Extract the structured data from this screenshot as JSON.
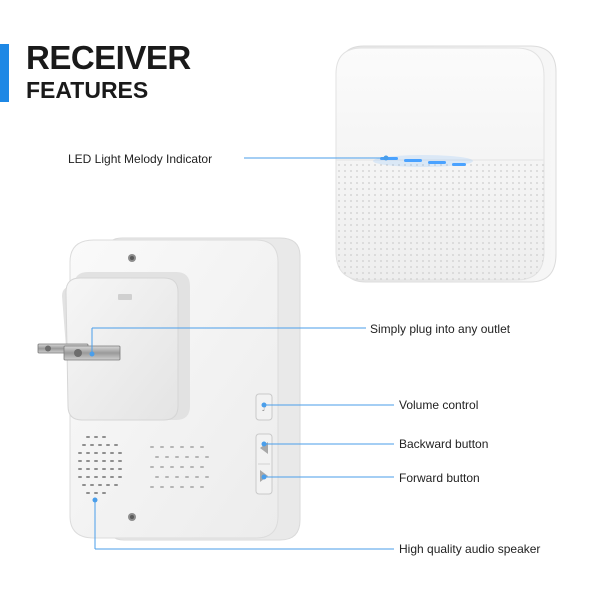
{
  "title": {
    "line1": "RECEIVER",
    "line2": "FEATURES"
  },
  "accent_color": "#1e88e5",
  "callouts": {
    "led_indicator": "LED Light Melody Indicator",
    "plug": "Simply plug into any outlet",
    "volume": "Volume control",
    "backward": "Backward button",
    "forward": "Forward button",
    "speaker": "High quality audio speaker"
  },
  "icons": {
    "device_front": "doorbell-receiver-front",
    "device_back": "doorbell-receiver-back",
    "plug": "us-plug-prongs"
  }
}
